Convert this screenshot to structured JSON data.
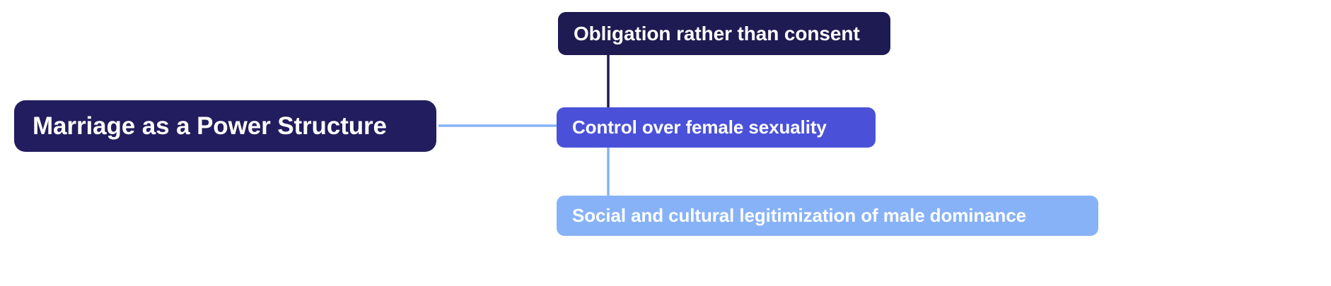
{
  "diagram": {
    "type": "mind-map",
    "orientation": "left-to-right",
    "background_color": "#ffffff",
    "root": {
      "label": "Marriage as a Power Structure",
      "fill_color": "#211d5e",
      "text_color": "#ffffff"
    },
    "branches": [
      {
        "label": "Obligation rather than consent",
        "fill_color": "#1e1b52",
        "text_color": "#ffffff",
        "connector_color": "#1e1b52"
      },
      {
        "label": "Control over female sexuality",
        "fill_color": "#4a51d8",
        "text_color": "#ffffff",
        "connector_color": "#4a51d8"
      },
      {
        "label": "Social and cultural legitimization of male dominance",
        "fill_color": "#87b2f8",
        "text_color": "#ffffff",
        "connector_color": "#87b2f8"
      }
    ],
    "connectors": {
      "root_stub_color": "#87b2f8",
      "trunk_upper_color": "#1e1b52",
      "trunk_lower_color": "#87b2f8"
    }
  }
}
